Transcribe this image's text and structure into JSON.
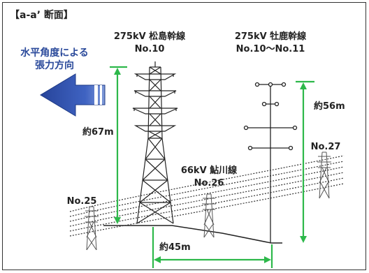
{
  "section_title": "【a-a’ 断面】",
  "tension_label": {
    "line1": "水平角度による",
    "line2": "張力方向"
  },
  "tower_matsushima": {
    "line": "275kV 松島幹線",
    "no": "No.10"
  },
  "tower_oshika": {
    "line": "275kV 牡鹿幹線",
    "no": "No.10～No.11"
  },
  "tower_ayukawa": {
    "line": "66kV 鮎川線",
    "no": "No.26"
  },
  "label_no25": "No.25",
  "label_no27": "No.27",
  "dim_67": "約67m",
  "dim_56": "約56m",
  "dim_45": "約45m",
  "colors": {
    "arrow": "#2b4a9b",
    "dimension": "#2db84a",
    "tower": "#222222"
  }
}
